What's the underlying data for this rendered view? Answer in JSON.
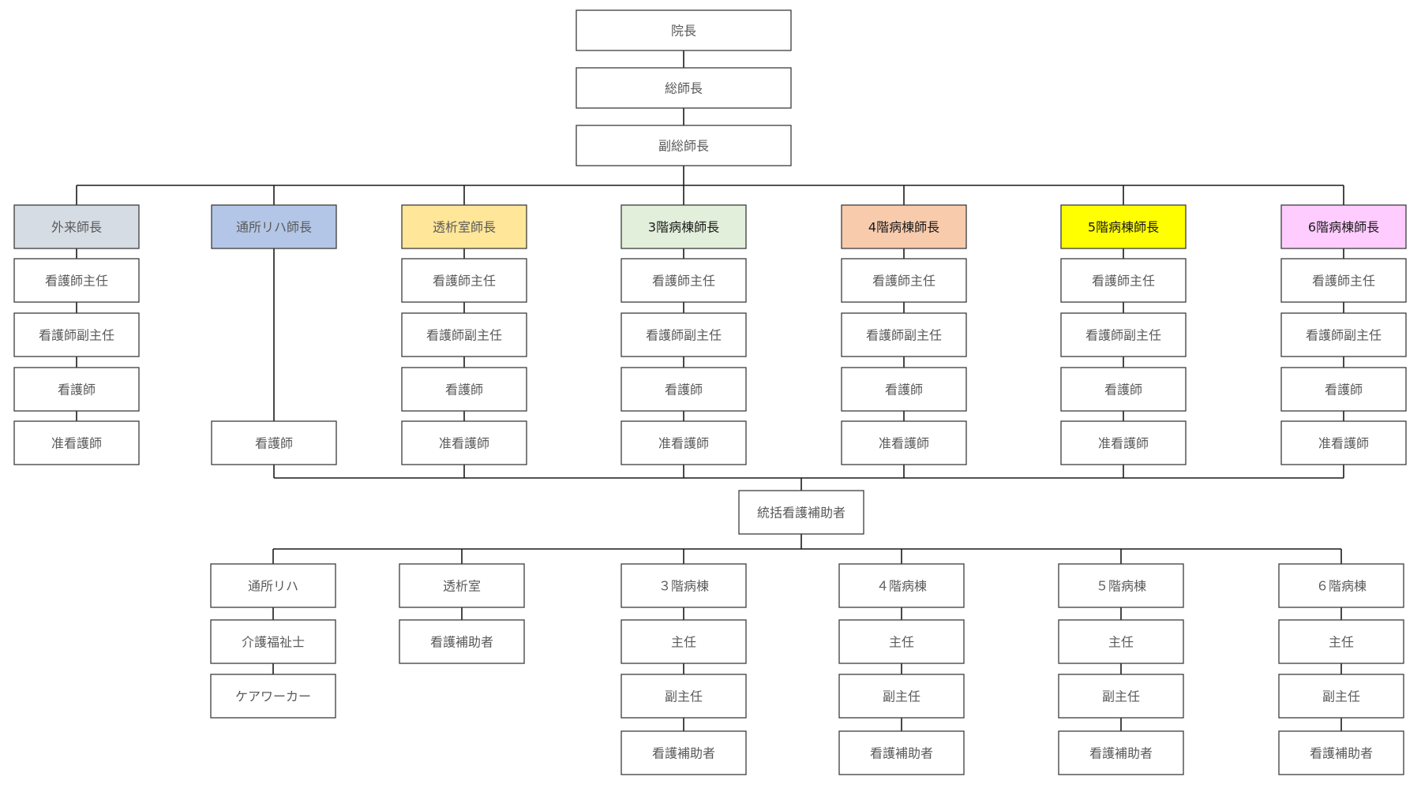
{
  "top": {
    "director": "院長",
    "chief_nurse": "総師長",
    "deputy_chief_nurse": "副総師長"
  },
  "head_nurses": [
    {
      "label": "外来師長",
      "color": "#d6dce4",
      "staff": [
        "看護師主任",
        "看護師副主任",
        "看護師",
        "准看護師"
      ]
    },
    {
      "label": "通所リハ師長",
      "color": "#b4c6e7",
      "staff": [
        "看護師"
      ]
    },
    {
      "label": "透析室師長",
      "color": "#ffe699",
      "staff": [
        "看護師主任",
        "看護師副主任",
        "看護師",
        "准看護師"
      ]
    },
    {
      "label": "3階病棟師長",
      "color": "#e2efda",
      "staff": [
        "看護師主任",
        "看護師副主任",
        "看護師",
        "准看護師"
      ]
    },
    {
      "label": "4階病棟師長",
      "color": "#f8cbad",
      "staff": [
        "看護師主任",
        "看護師副主任",
        "看護師",
        "准看護師"
      ]
    },
    {
      "label": "5階病棟師長",
      "color": "#ffff00",
      "staff": [
        "看護師主任",
        "看護師副主任",
        "看護師",
        "准看護師"
      ]
    },
    {
      "label": "6階病棟師長",
      "color": "#ffccff",
      "staff": [
        "看護師主任",
        "看護師副主任",
        "看護師",
        "准看護師"
      ]
    }
  ],
  "assistant_head": "統括看護補助者",
  "assistant_units": [
    {
      "label": "通所リハ",
      "members": [
        "介護福祉士",
        "ケアワーカー"
      ]
    },
    {
      "label": "透析室",
      "members": [
        "看護補助者"
      ]
    },
    {
      "label": "３階病棟",
      "members": [
        "主任",
        "副主任",
        "看護補助者"
      ]
    },
    {
      "label": "４階病棟",
      "members": [
        "主任",
        "副主任",
        "看護補助者"
      ]
    },
    {
      "label": "５階病棟",
      "members": [
        "主任",
        "副主任",
        "看護補助者"
      ]
    },
    {
      "label": "６階病棟",
      "members": [
        "主任",
        "副主任",
        "看護補助者"
      ]
    }
  ],
  "colors": {
    "box_fill": "#ffffff",
    "border": "#3c3c3c",
    "line": "#1a1a1a",
    "text": "#5a5a5a"
  }
}
